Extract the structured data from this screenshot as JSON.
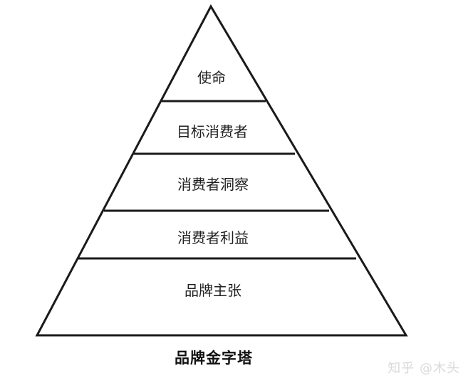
{
  "pyramid": {
    "layers": [
      {
        "label": "使命"
      },
      {
        "label": "目标消费者"
      },
      {
        "label": "消费者洞察"
      },
      {
        "label": "消费者利益"
      },
      {
        "label": "品牌主张"
      }
    ]
  },
  "caption": "品牌金字塔",
  "watermark": "知乎 @木头",
  "colors": {
    "stroke": "#1a1a1a",
    "text": "#1f1f1f",
    "watermark": "#d9d9d9"
  }
}
